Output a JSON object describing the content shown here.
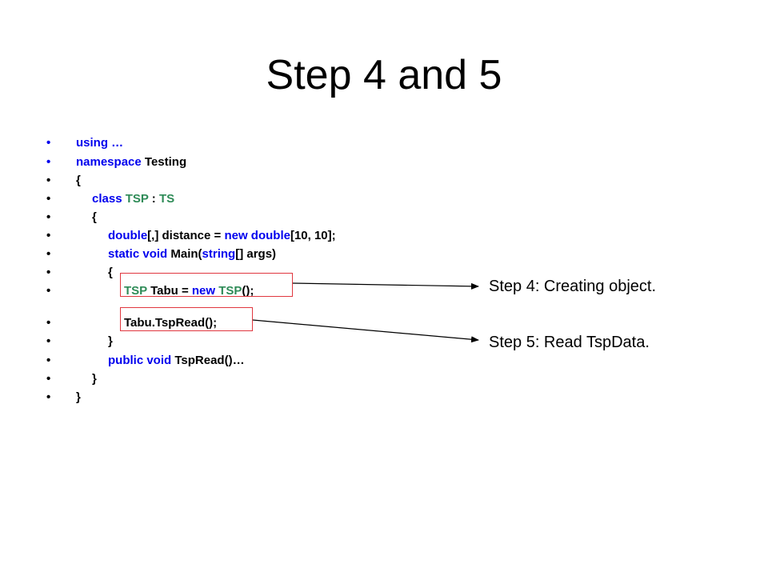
{
  "title": "Step 4 and 5",
  "colors": {
    "keyword": "#0000ee",
    "type": "#2e8b57",
    "plain": "#000000",
    "highlight_border": "#e0373f",
    "bullet": "#000000"
  },
  "code_lines": [
    {
      "bullet": "•",
      "bullet_color": "#0000ee",
      "indent": 0,
      "tokens": [
        {
          "text": "using …",
          "kind": "keyword"
        }
      ]
    },
    {
      "bullet": "•",
      "bullet_color": "#0000ee",
      "indent": 0,
      "tokens": [
        {
          "text": "namespace ",
          "kind": "keyword"
        },
        {
          "text": "Testing",
          "kind": "plain"
        }
      ]
    },
    {
      "bullet": "•",
      "bullet_color": "#000000",
      "indent": 0,
      "tokens": [
        {
          "text": "{",
          "kind": "plain"
        }
      ]
    },
    {
      "bullet": "•",
      "bullet_color": "#000000",
      "indent": 1,
      "tokens": [
        {
          "text": "class ",
          "kind": "keyword"
        },
        {
          "text": "TSP",
          "kind": "type"
        },
        {
          "text": " : ",
          "kind": "plain"
        },
        {
          "text": "TS",
          "kind": "type"
        }
      ]
    },
    {
      "bullet": "•",
      "bullet_color": "#000000",
      "indent": 1,
      "tokens": [
        {
          "text": "{",
          "kind": "plain"
        }
      ]
    },
    {
      "bullet": "•",
      "bullet_color": "#000000",
      "indent": 2,
      "tokens": [
        {
          "text": "double",
          "kind": "keyword"
        },
        {
          "text": "[,] distance = ",
          "kind": "plain"
        },
        {
          "text": "new double",
          "kind": "keyword"
        },
        {
          "text": "[10, 10];",
          "kind": "plain"
        }
      ]
    },
    {
      "bullet": "•",
      "bullet_color": "#000000",
      "indent": 2,
      "tokens": [
        {
          "text": "static void ",
          "kind": "keyword"
        },
        {
          "text": "Main(",
          "kind": "plain"
        },
        {
          "text": "string",
          "kind": "keyword"
        },
        {
          "text": "[] args)",
          "kind": "plain"
        }
      ]
    },
    {
      "bullet": "•",
      "bullet_color": "#000000",
      "indent": 2,
      "tokens": [
        {
          "text": "{",
          "kind": "plain"
        }
      ]
    },
    {
      "bullet": "•",
      "bullet_color": "#000000",
      "indent": 3,
      "tokens": [
        {
          "text": "TSP",
          "kind": "type"
        },
        {
          "text": " Tabu = ",
          "kind": "plain"
        },
        {
          "text": "new ",
          "kind": "keyword"
        },
        {
          "text": "TSP",
          "kind": "type"
        },
        {
          "text": "();",
          "kind": "plain"
        }
      ]
    },
    {
      "bullet": "•",
      "bullet_color": "#000000",
      "indent": 3,
      "tokens": [
        {
          "text": "Tabu.TspRead();",
          "kind": "plain"
        }
      ]
    },
    {
      "bullet": "•",
      "bullet_color": "#000000",
      "indent": 2,
      "tokens": [
        {
          "text": "}",
          "kind": "plain"
        }
      ]
    },
    {
      "bullet": "•",
      "bullet_color": "#000000",
      "indent": 2,
      "tokens": [
        {
          "text": "public void ",
          "kind": "keyword"
        },
        {
          "text": "TspRead()…",
          "kind": "plain"
        }
      ]
    },
    {
      "bullet": "•",
      "bullet_color": "#000000",
      "indent": 1,
      "tokens": [
        {
          "text": "}",
          "kind": "plain"
        }
      ]
    },
    {
      "bullet": "•",
      "bullet_color": "#000000",
      "indent": 0,
      "tokens": [
        {
          "text": "}",
          "kind": "plain"
        }
      ]
    }
  ],
  "annotations": [
    {
      "label": "Step 4: Creating object.",
      "code_line": 8
    },
    {
      "label": "Step 5: Read TspData.",
      "code_line": 9
    }
  ]
}
